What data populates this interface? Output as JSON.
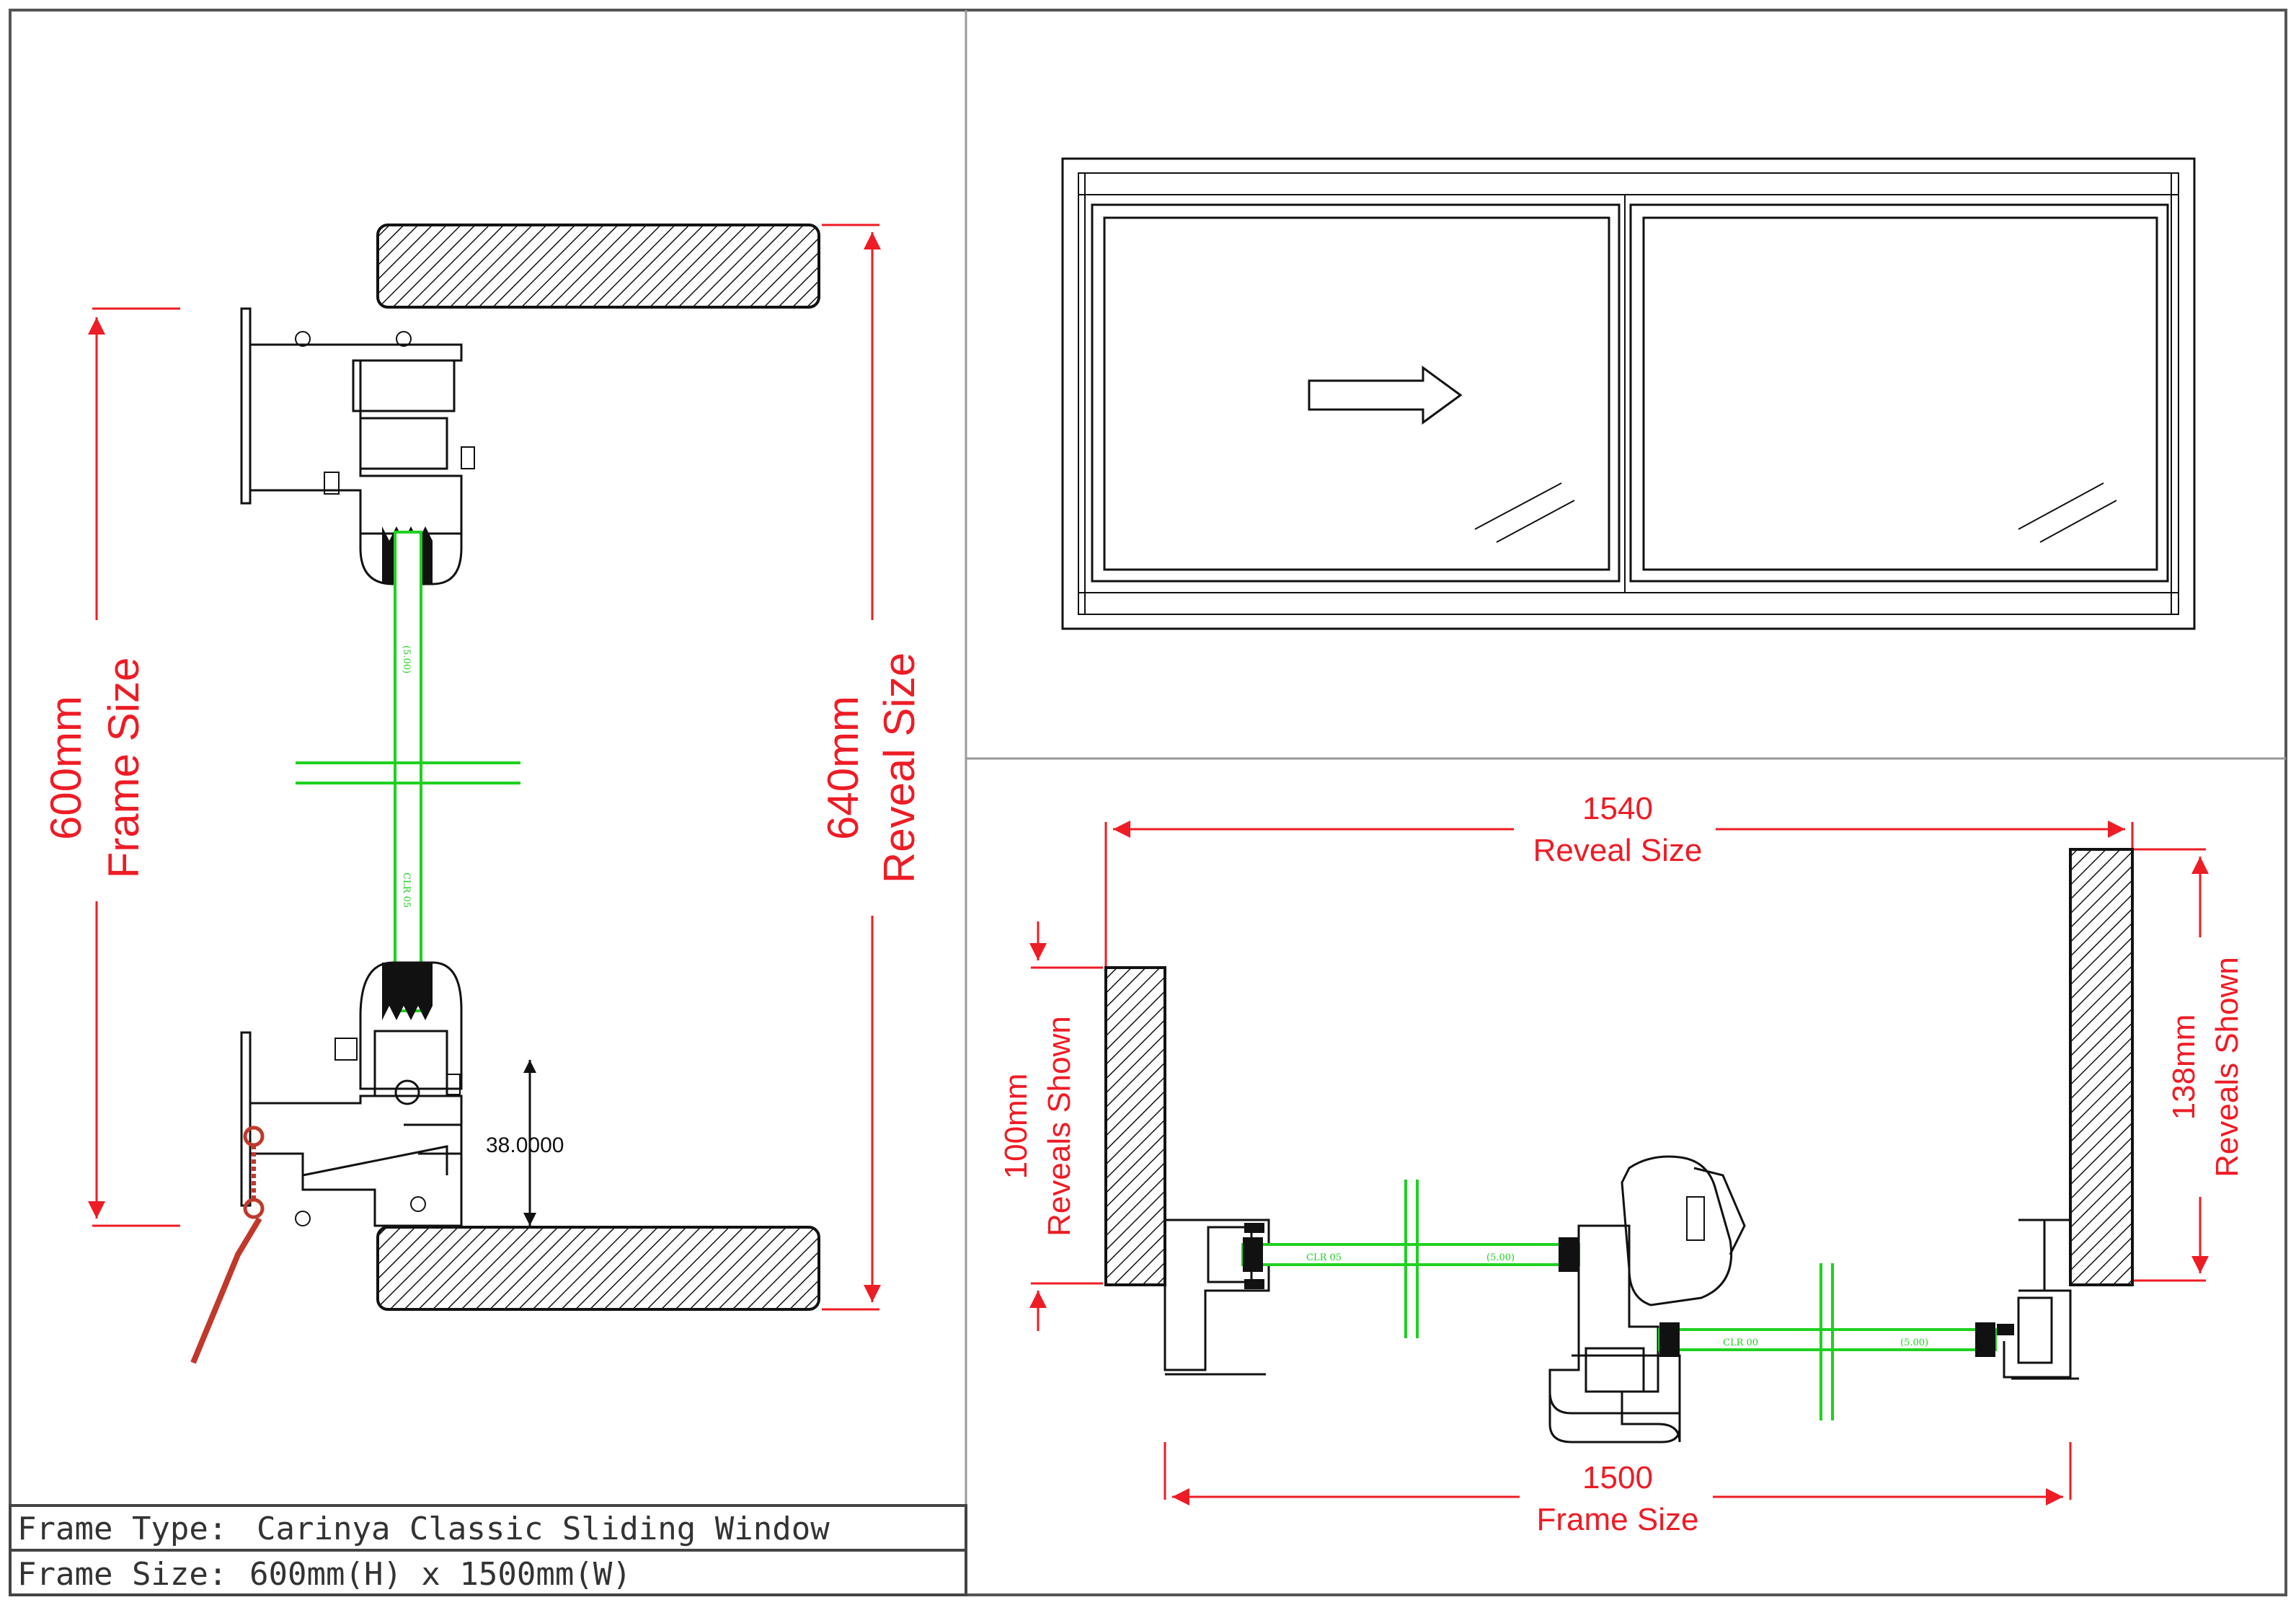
{
  "title_block": {
    "frame_type_label": "Frame Type:",
    "frame_type_value": "Carinya Classic Sliding Window",
    "frame_size_label": "Frame Size:",
    "frame_size_value": "600mm(H) x 1500mm(W)"
  },
  "vertical_section": {
    "frame_size_value": "600mm",
    "frame_size_label": "Frame Size",
    "reveal_size_value": "640mm",
    "reveal_size_label": "Reveal Size",
    "sill_dimension": "38.0000",
    "glass_code_top": "(5.00)",
    "glass_code_bottom": "CLR 05"
  },
  "horizontal_section": {
    "reveal_width_value": "1540",
    "reveal_width_label": "Reveal Size",
    "frame_width_value": "1500",
    "frame_width_label": "Frame Size",
    "left_reveal_value": "100mm",
    "left_reveal_label": "Reveals Shown",
    "right_reveal_value": "138mm",
    "right_reveal_label": "Reveals Shown",
    "glass_codes": [
      "CLR 05",
      "(5.00)",
      "CLR 00",
      "(5.00)"
    ]
  },
  "colors": {
    "dimension": "#ee1c25",
    "glass": "#1fd11f",
    "line": "#111111"
  }
}
